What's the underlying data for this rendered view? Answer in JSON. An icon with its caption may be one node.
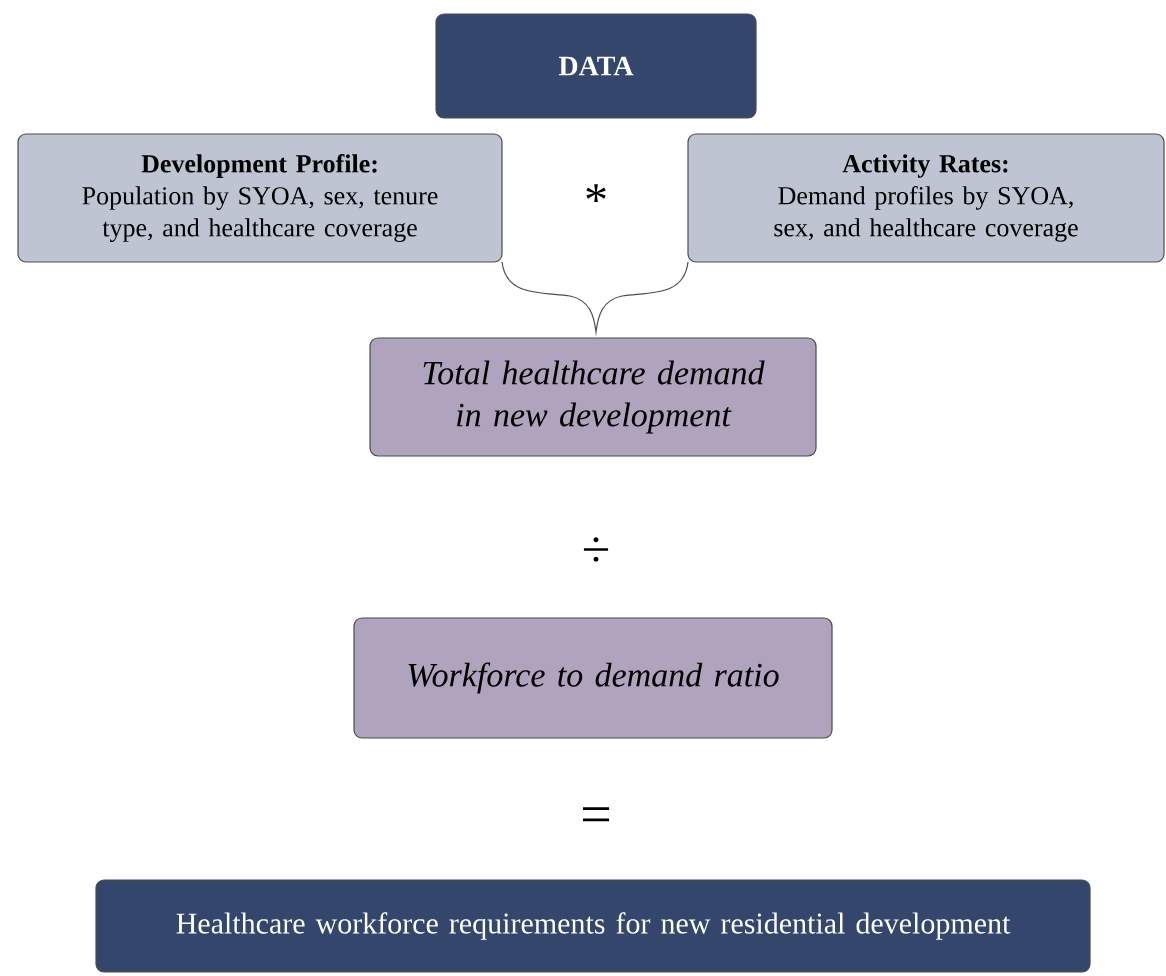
{
  "diagram": {
    "nodes": [
      {
        "text": [
          "DATA"
        ]
      },
      {
        "text": [
          "Development Profile:",
          "Population by SYOA, sex, tenure type, and healthcare coverage"
        ]
      },
      {
        "text": [
          "Activity Rates:",
          "Demand profiles by SYOA, sex, and healthcare coverage"
        ]
      },
      {
        "text": [
          "Total healthcare demand in new development"
        ]
      },
      {
        "text": [
          "Workforce to demand ratio"
        ]
      },
      {
        "text": [
          "Healthcare workforce requirements for new residential development"
        ]
      }
    ],
    "labels": [
      "*",
      "÷",
      "="
    ]
  }
}
